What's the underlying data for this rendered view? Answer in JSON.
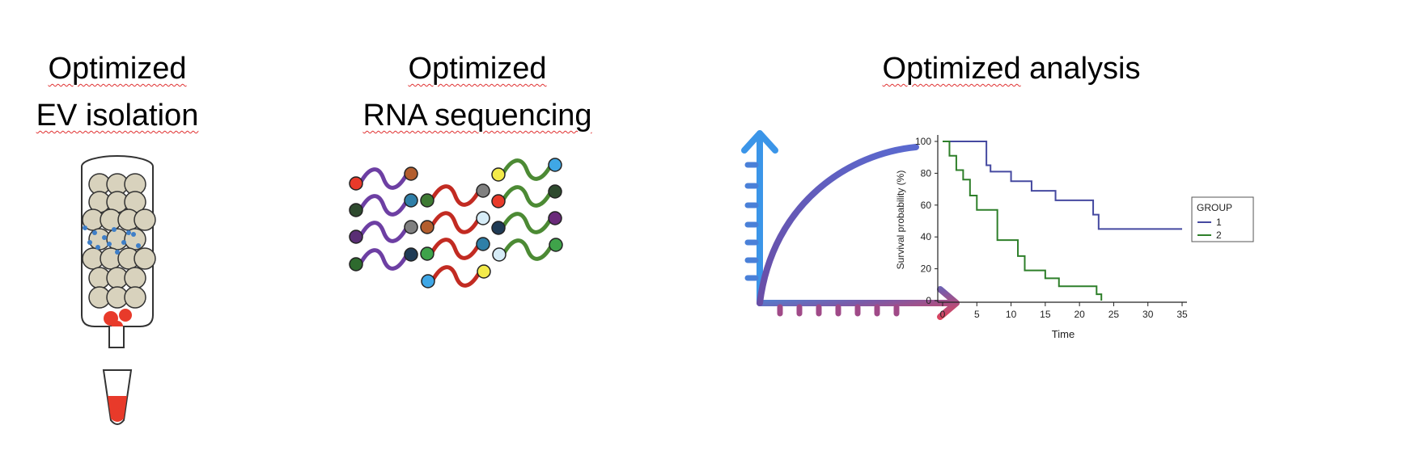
{
  "sections": [
    {
      "title_line1": "Optimized",
      "title_line2": "EV isolation"
    },
    {
      "title_line1": "Optimized",
      "title_line2": "RNA sequencing"
    },
    {
      "title_prefix": "Optimized",
      "title_suffix": " analysis"
    }
  ],
  "icons": {
    "column": "chromatography-column-icon",
    "tube": "collection-tube-icon",
    "rna": "rna-strands-icon",
    "curve": "growth-curve-icon"
  },
  "colors": {
    "bead_fill": "#d8d2bd",
    "ev_dot": "#3f7fc8",
    "rna_red": "#e83a2a",
    "strand_purple": "#6d3fa3",
    "strand_red": "#c22b22",
    "strand_green": "#4c8a34",
    "axis_top": "#3b95e8",
    "axis_right": "#e0435a",
    "km_group1": "#4549a0",
    "km_group2": "#2e7f2a"
  },
  "chart_data": {
    "type": "line",
    "title": "",
    "xlabel": "Time",
    "ylabel": "Survival probability (%)",
    "xlim": [
      0,
      35
    ],
    "ylim": [
      0,
      100
    ],
    "xticks": [
      "0",
      "5",
      "10",
      "15",
      "20",
      "25",
      "30",
      "35"
    ],
    "yticks": [
      "0",
      "20",
      "40",
      "60",
      "80",
      "100"
    ],
    "legend": {
      "title": "GROUP",
      "placement": "right"
    },
    "series": [
      {
        "name": "1",
        "step": true,
        "x": [
          0,
          6.4,
          7.0,
          10.0,
          13.0,
          16.5,
          22.0,
          22.8,
          35.0
        ],
        "y": [
          100,
          85,
          81,
          75,
          69,
          63,
          54,
          45,
          45
        ]
      },
      {
        "name": "2",
        "step": true,
        "x": [
          0,
          1.0,
          2.0,
          3.0,
          4.0,
          5.0,
          8.0,
          11.0,
          12.0,
          15.0,
          17.0,
          22.5,
          23.2
        ],
        "y": [
          100,
          91,
          82,
          76,
          66,
          57,
          38,
          28,
          19,
          14,
          9,
          4,
          0
        ]
      }
    ]
  }
}
